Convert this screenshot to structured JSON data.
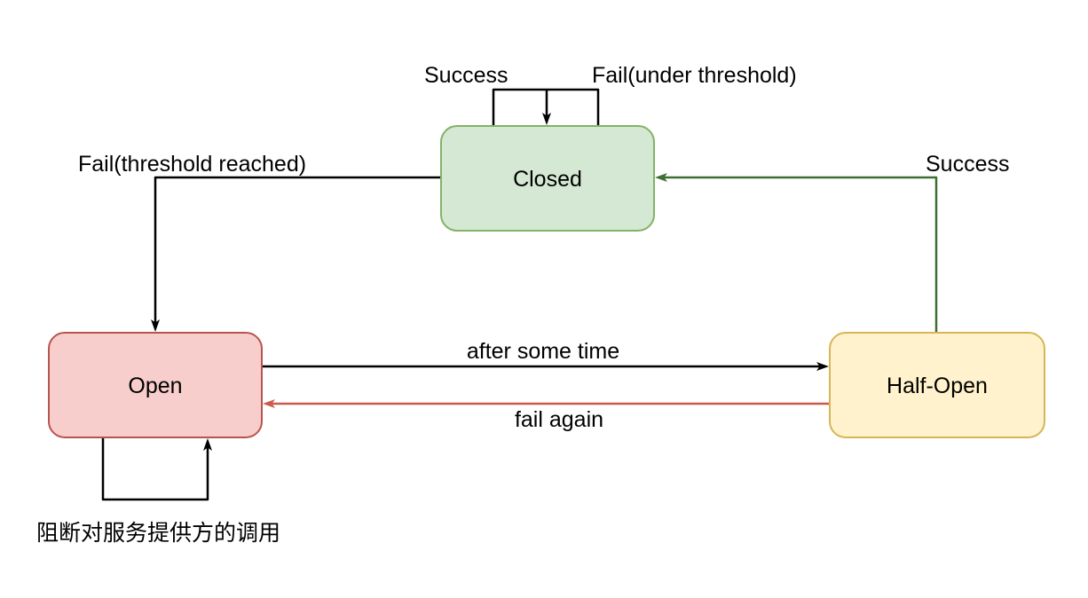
{
  "diagram": {
    "kind": "state-machine"
  },
  "colors": {
    "background": "#ffffff",
    "closed_fill": "#d5e8d4",
    "closed_stroke": "#82b366",
    "open_fill": "#f8cecc",
    "open_stroke": "#b85450",
    "half_open_fill": "#fff2cc",
    "half_open_stroke": "#d6b656",
    "edge_black": "#000000",
    "edge_green": "#3e6e32",
    "edge_red": "#cb5a4e",
    "label_text": "#000000"
  },
  "nodes": {
    "closed": {
      "label": "Closed"
    },
    "open": {
      "label": "Open"
    },
    "half_open": {
      "label": "Half-Open"
    }
  },
  "edges": {
    "closed_self_success": {
      "label": "Success",
      "from": "Closed",
      "to": "Closed"
    },
    "closed_self_fail": {
      "label": "Fail(under threshold)",
      "from": "Closed",
      "to": "Closed"
    },
    "closed_to_open": {
      "label": "Fail(threshold reached)",
      "from": "Closed",
      "to": "Open"
    },
    "open_to_half_open": {
      "label": "after some time",
      "from": "Open",
      "to": "Half-Open"
    },
    "half_open_to_open": {
      "label": "fail again",
      "from": "Half-Open",
      "to": "Open"
    },
    "half_open_to_closed": {
      "label": "Success",
      "from": "Half-Open",
      "to": "Closed"
    },
    "open_self_block": {
      "label": "阻断对服务提供方的调用",
      "from": "Open",
      "to": "Open"
    }
  }
}
